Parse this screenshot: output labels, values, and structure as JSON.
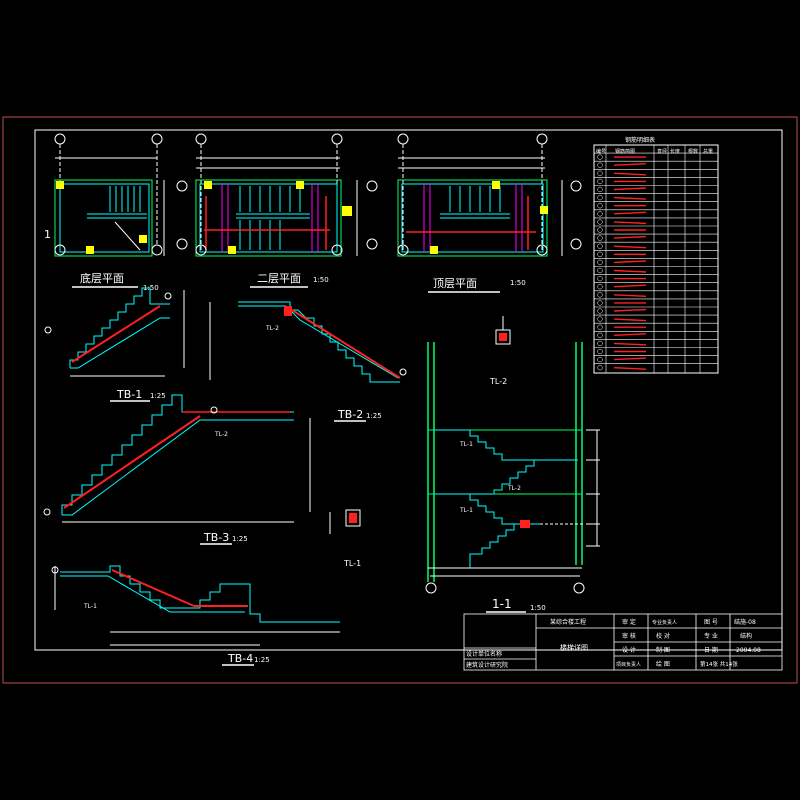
{
  "labels": {
    "plan_ground": "底层平面",
    "plan_second": "二层平面",
    "plan_top": "顶层平面",
    "tb1": "TB-1",
    "tb2": "TB-2",
    "tb3": "TB-3",
    "tb4": "TB-4",
    "tl2": "TL-2",
    "tl1": "TL-1",
    "section": "1-1",
    "scale_1_50": "1:50",
    "scale_1_25": "1:25",
    "axis_1": "1"
  },
  "title_block": {
    "project": "某综合楼工程",
    "drawing_name": "楼梯详图",
    "design_unit_1": "设计单位名称",
    "design_unit_2": "建筑设计研究院",
    "roles": [
      "审 定",
      "审 核",
      "设 计",
      "绘 图",
      "校 对",
      "制 图",
      "项目负责人",
      "专业负责人"
    ],
    "fields": {
      "sheet_label": "图 号",
      "sheet_value": "结施-08",
      "spec_label": "专 业",
      "spec_value": "结构",
      "date_label": "日 期",
      "date_value": "2004.08",
      "page_text": "第14张 共14张"
    }
  },
  "rebar_table": {
    "title": "钢筋明细表",
    "headers": [
      "编号",
      "钢筋简图",
      "直径",
      "长度",
      "根数",
      "总重"
    ]
  },
  "colors": {
    "background": "#000000",
    "frame": "#c0505a",
    "line_white": "#ffffff",
    "line_cyan": "#00ffff",
    "line_green": "#00ff66",
    "line_red": "#ff2020",
    "line_yellow": "#ffff00",
    "line_magenta": "#ff00ff"
  }
}
